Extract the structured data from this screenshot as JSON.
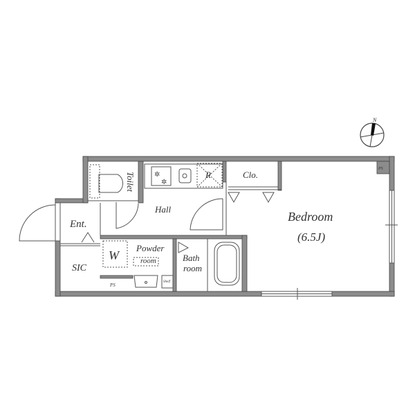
{
  "rooms": {
    "toilet": "Toilet",
    "hall": "Hall",
    "entrance": "Ent.",
    "sic": "SIC",
    "washer": "W",
    "powder_1": "Powder",
    "powder_2": "room",
    "bath_1": "Bath",
    "bath_2": "room",
    "closet": "Clo.",
    "bedroom": "Bedroom",
    "bedroom_size": "(6.5J)",
    "fridge": "R",
    "ps_top": "PS",
    "ps_bottom": "PS",
    "shelf": "Shelf"
  },
  "compass": {
    "label": "N"
  },
  "colors": {
    "wall": "#8c8c8c",
    "line": "#555555"
  }
}
